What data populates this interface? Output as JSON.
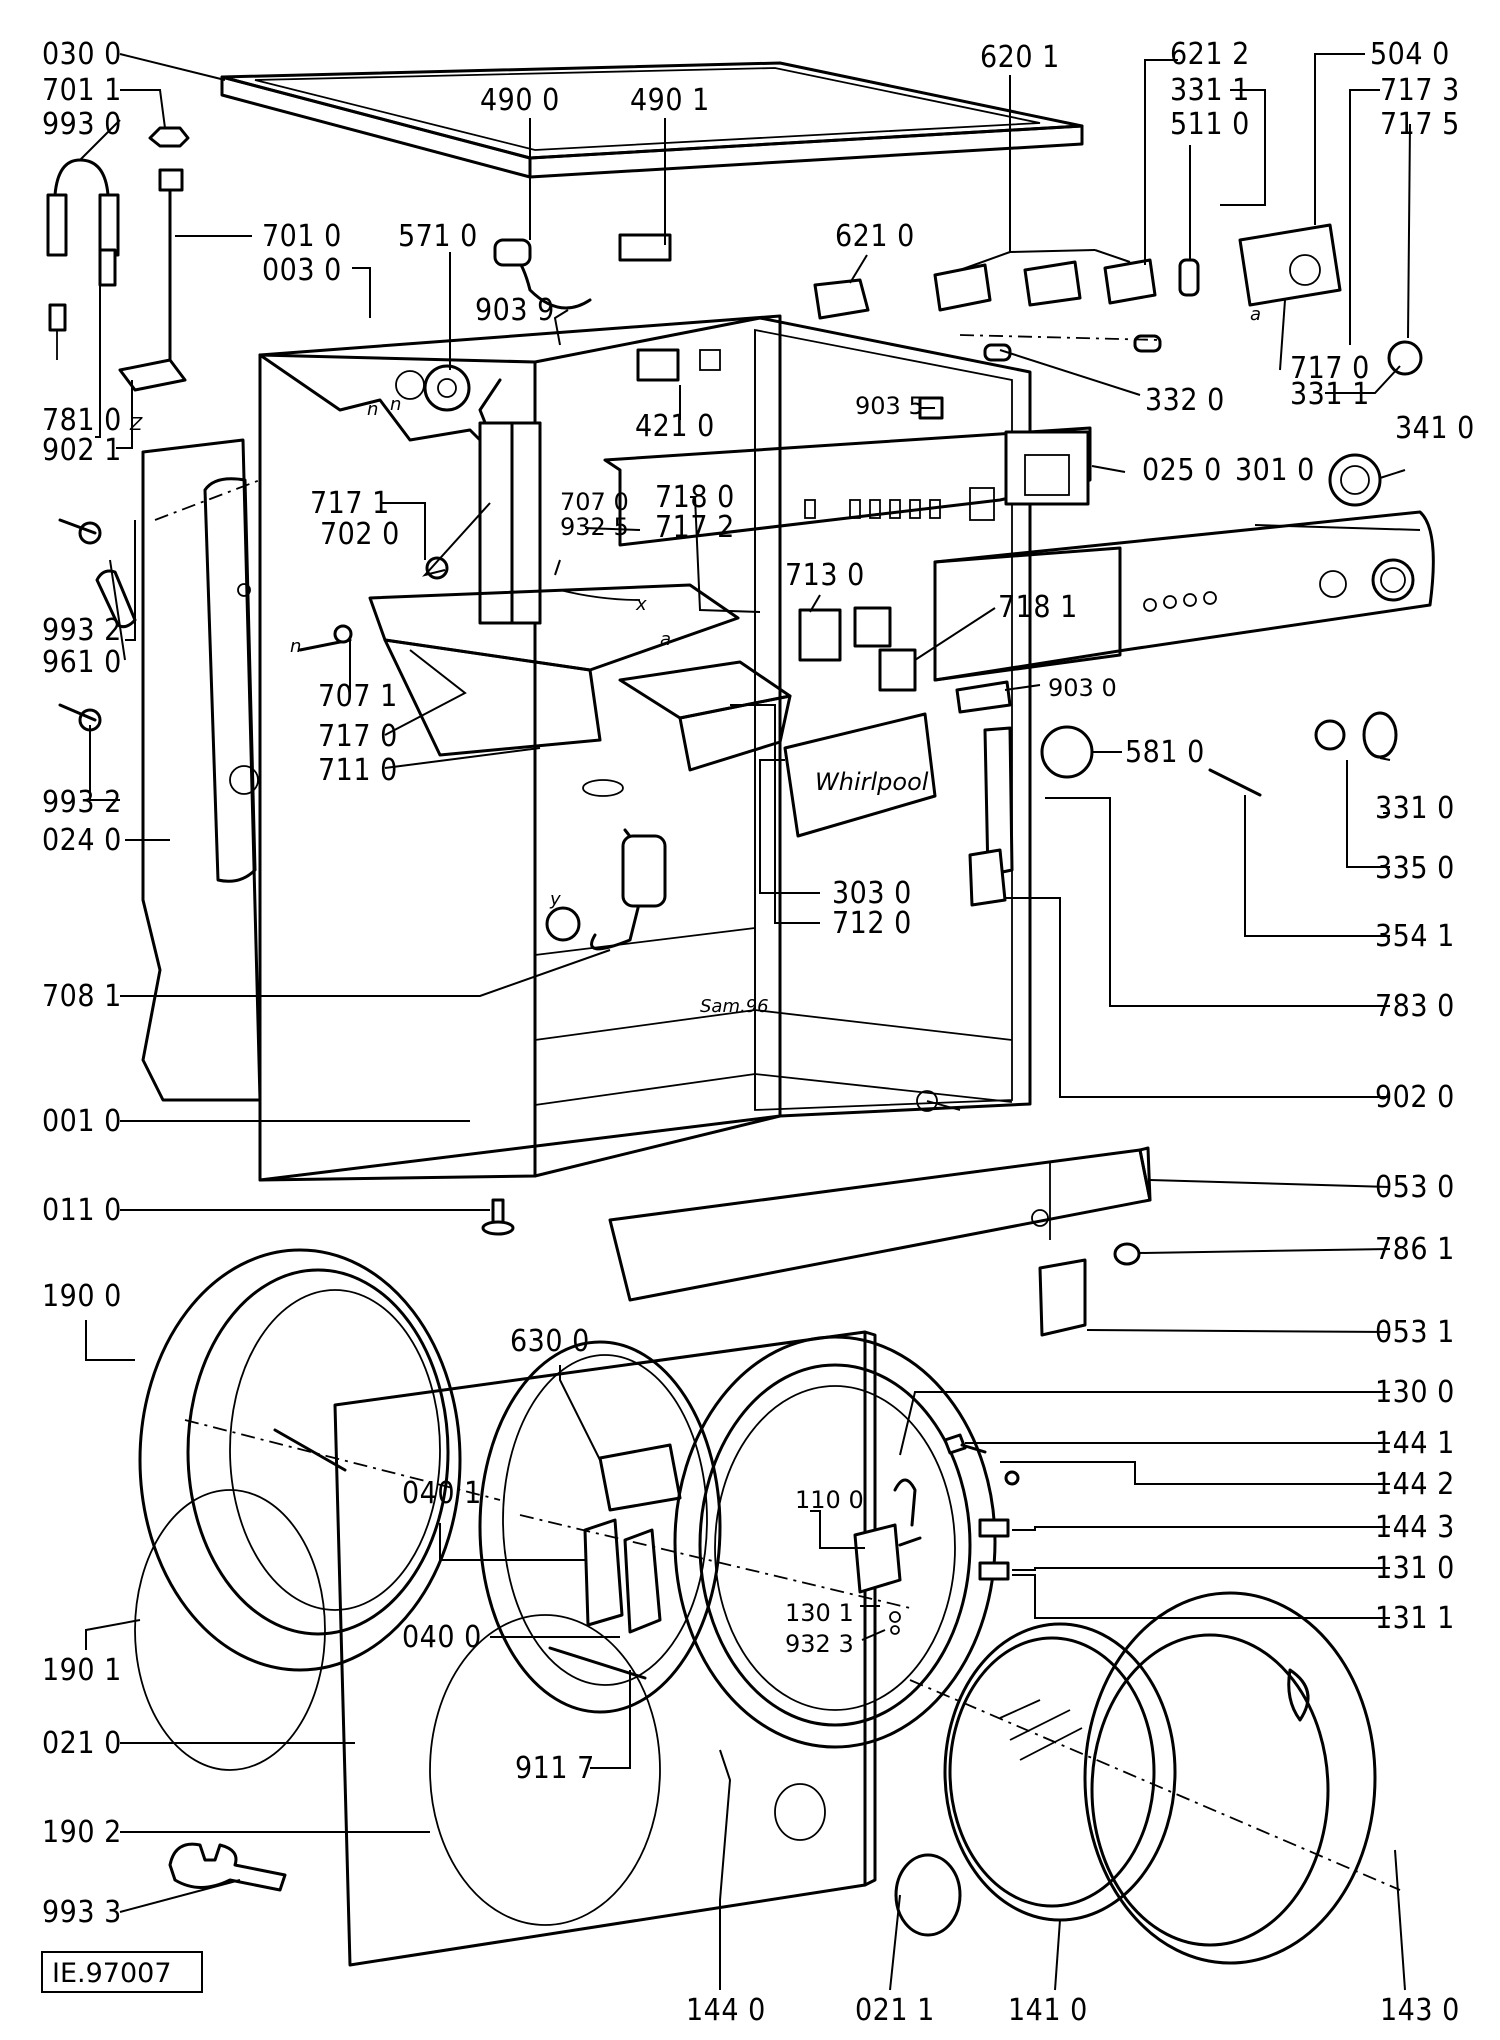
{
  "reference": "IE.97007",
  "brand_label": "Whirlpool",
  "date_mark": "Sam.96",
  "letters": {
    "n": "n",
    "z": "Z",
    "x": "x",
    "y": "y",
    "a": "a"
  },
  "labels": [
    {
      "id": "030-0",
      "text": "030 0"
    },
    {
      "id": "701-1",
      "text": "701 1"
    },
    {
      "id": "993-0",
      "text": "993 0"
    },
    {
      "id": "490-0",
      "text": "490 0"
    },
    {
      "id": "490-1",
      "text": "490 1"
    },
    {
      "id": "620-1",
      "text": "620 1"
    },
    {
      "id": "621-2",
      "text": "621 2"
    },
    {
      "id": "331-1a",
      "text": "331 1"
    },
    {
      "id": "511-0",
      "text": "511 0"
    },
    {
      "id": "504-0",
      "text": "504 0"
    },
    {
      "id": "717-3",
      "text": "717 3"
    },
    {
      "id": "717-5",
      "text": "717 5"
    },
    {
      "id": "701-0",
      "text": "701 0"
    },
    {
      "id": "571-0",
      "text": "571 0"
    },
    {
      "id": "003-0",
      "text": "003 0"
    },
    {
      "id": "621-0",
      "text": "621 0"
    },
    {
      "id": "903-9",
      "text": "903 9"
    },
    {
      "id": "717-0a",
      "text": "717 0"
    },
    {
      "id": "331-1b",
      "text": "331 1"
    },
    {
      "id": "332-0",
      "text": "332 0"
    },
    {
      "id": "781-0",
      "text": "781 0"
    },
    {
      "id": "902-1",
      "text": "902 1"
    },
    {
      "id": "421-0",
      "text": "421 0"
    },
    {
      "id": "903-5",
      "text": "903 5"
    },
    {
      "id": "341-0",
      "text": "341 0"
    },
    {
      "id": "025-0",
      "text": "025 0"
    },
    {
      "id": "301-0",
      "text": "301 0"
    },
    {
      "id": "717-1",
      "text": "717 1"
    },
    {
      "id": "707-0",
      "text": "707 0"
    },
    {
      "id": "932-5",
      "text": "932 5"
    },
    {
      "id": "718-0",
      "text": "718 0"
    },
    {
      "id": "717-2",
      "text": "717 2"
    },
    {
      "id": "702-0",
      "text": "702 0"
    },
    {
      "id": "993-2a",
      "text": "993 2"
    },
    {
      "id": "961-0",
      "text": "961 0"
    },
    {
      "id": "713-0",
      "text": "713 0"
    },
    {
      "id": "718-1",
      "text": "718 1"
    },
    {
      "id": "707-1",
      "text": "707 1"
    },
    {
      "id": "717-0b",
      "text": "717 0"
    },
    {
      "id": "711-0",
      "text": "711 0"
    },
    {
      "id": "903-0",
      "text": "903 0"
    },
    {
      "id": "581-0",
      "text": "581 0"
    },
    {
      "id": "331-0",
      "text": "331 0"
    },
    {
      "id": "993-2b",
      "text": "993 2"
    },
    {
      "id": "024-0",
      "text": "024 0"
    },
    {
      "id": "335-0",
      "text": "335 0"
    },
    {
      "id": "303-0",
      "text": "303 0"
    },
    {
      "id": "712-0",
      "text": "712 0"
    },
    {
      "id": "354-1",
      "text": "354 1"
    },
    {
      "id": "708-1",
      "text": "708 1"
    },
    {
      "id": "783-0",
      "text": "783 0"
    },
    {
      "id": "902-0",
      "text": "902 0"
    },
    {
      "id": "001-0",
      "text": "001 0"
    },
    {
      "id": "053-0",
      "text": "053 0"
    },
    {
      "id": "011-0",
      "text": "011 0"
    },
    {
      "id": "786-1",
      "text": "786 1"
    },
    {
      "id": "190-0",
      "text": "190 0"
    },
    {
      "id": "053-1",
      "text": "053 1"
    },
    {
      "id": "630-0",
      "text": "630 0"
    },
    {
      "id": "130-0",
      "text": "130 0"
    },
    {
      "id": "144-1",
      "text": "144 1"
    },
    {
      "id": "144-2",
      "text": "144 2"
    },
    {
      "id": "040-1",
      "text": "040 1"
    },
    {
      "id": "110-0",
      "text": "110 0"
    },
    {
      "id": "144-3",
      "text": "144 3"
    },
    {
      "id": "131-0",
      "text": "131 0"
    },
    {
      "id": "130-1",
      "text": "130 1"
    },
    {
      "id": "932-3",
      "text": "932 3"
    },
    {
      "id": "131-1",
      "text": "131 1"
    },
    {
      "id": "040-0",
      "text": "040 0"
    },
    {
      "id": "190-1",
      "text": "190 1"
    },
    {
      "id": "021-0",
      "text": "021 0"
    },
    {
      "id": "911-7",
      "text": "911 7"
    },
    {
      "id": "190-2",
      "text": "190 2"
    },
    {
      "id": "993-3",
      "text": "993 3"
    },
    {
      "id": "144-0",
      "text": "144 0"
    },
    {
      "id": "021-1",
      "text": "021 1"
    },
    {
      "id": "141-0",
      "text": "141 0"
    },
    {
      "id": "143-0",
      "text": "143 0"
    }
  ]
}
